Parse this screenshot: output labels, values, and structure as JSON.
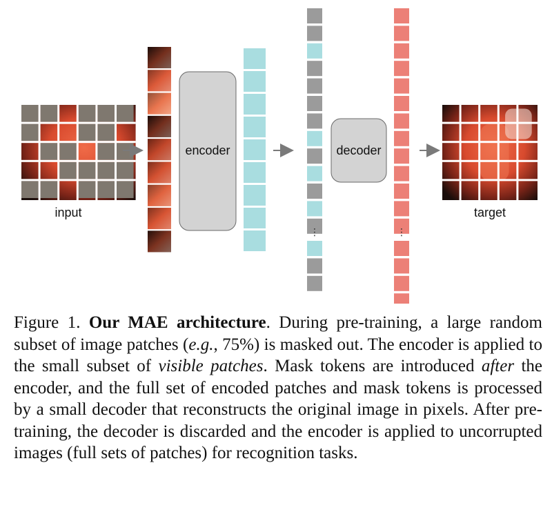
{
  "figure": {
    "input_label": "input",
    "encoder_label": "encoder",
    "decoder_label": "decoder",
    "target_label": "target",
    "ellipsis": "⋮",
    "colors": {
      "masked_patch": "#7f786f",
      "token_gray": "#9b9b9b",
      "encoded_token": "#a9dde0",
      "decoded_token": "#ec8077",
      "block_fill": "#d3d3d3",
      "arrow": "#7a7a7a"
    },
    "input_grid": {
      "rows": 5,
      "cols": 6,
      "visible_cells": [
        [
          0,
          2
        ],
        [
          1,
          1
        ],
        [
          1,
          2
        ],
        [
          1,
          5
        ],
        [
          2,
          0
        ],
        [
          2,
          3
        ],
        [
          3,
          0
        ],
        [
          3,
          1
        ],
        [
          4,
          2
        ]
      ]
    },
    "decoder_input_tokens": [
      "gray",
      "gray",
      "cyan",
      "gray",
      "gray",
      "gray",
      "gray",
      "cyan",
      "gray",
      "cyan",
      "gray",
      "cyan",
      "gray",
      "ellipsis",
      "cyan",
      "gray",
      "gray"
    ],
    "decoder_output_tokens": 17,
    "encoded_tokens": 9
  },
  "caption": {
    "prefix": "Figure 1. ",
    "title": "Our MAE architecture",
    "t1": ". During pre-training, a large random subset of image patches (",
    "eg": "e.g.",
    "t2": ", 75%) is masked out. The encoder is applied to the small subset of ",
    "visible": "visible patches",
    "t3": ". Mask tokens are introduced ",
    "after": "after",
    "t4": " the encoder, and the full set of en­coded patches and mask tokens is processed by a small decoder that reconstructs the original image in pixels. After pre-training, the decoder is discarded and the encoder is applied to uncorrupted images (full sets of patches) for recognition tasks."
  }
}
